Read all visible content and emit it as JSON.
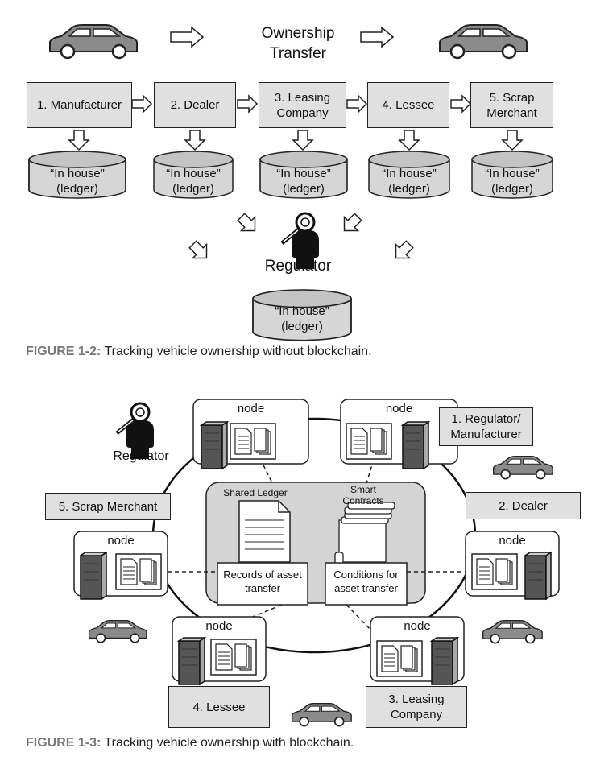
{
  "figure2": {
    "header_label": "Ownership\nTransfer",
    "parties": [
      "1. Manufacturer",
      "2. Dealer",
      "3. Leasing\nCompany",
      "4. Lessee",
      "5. Scrap\nMerchant"
    ],
    "ledger_label": "“In house”\n(ledger)",
    "regulator_label": "Regulator",
    "caption_num": "FIGURE 1-2:",
    "caption_text": " Tracking vehicle ownership without blockchain."
  },
  "figure3": {
    "regulator_label": "Regulator",
    "node_label": "node",
    "parties": {
      "regulator_manufacturer": "1. Regulator/\nManufacturer",
      "dealer": "2. Dealer",
      "leasing": "3. Leasing\nCompany",
      "lessee": "4. Lessee",
      "scrap": "5. Scrap Merchant"
    },
    "shared_ledger": "Shared Ledger",
    "smart_contracts": "Smart\nContracts",
    "records": "Records of asset\ntransfer",
    "conditions": "Conditions for\nasset transfer",
    "caption_num": "FIGURE 1-3:",
    "caption_text": " Tracking vehicle ownership with blockchain."
  }
}
